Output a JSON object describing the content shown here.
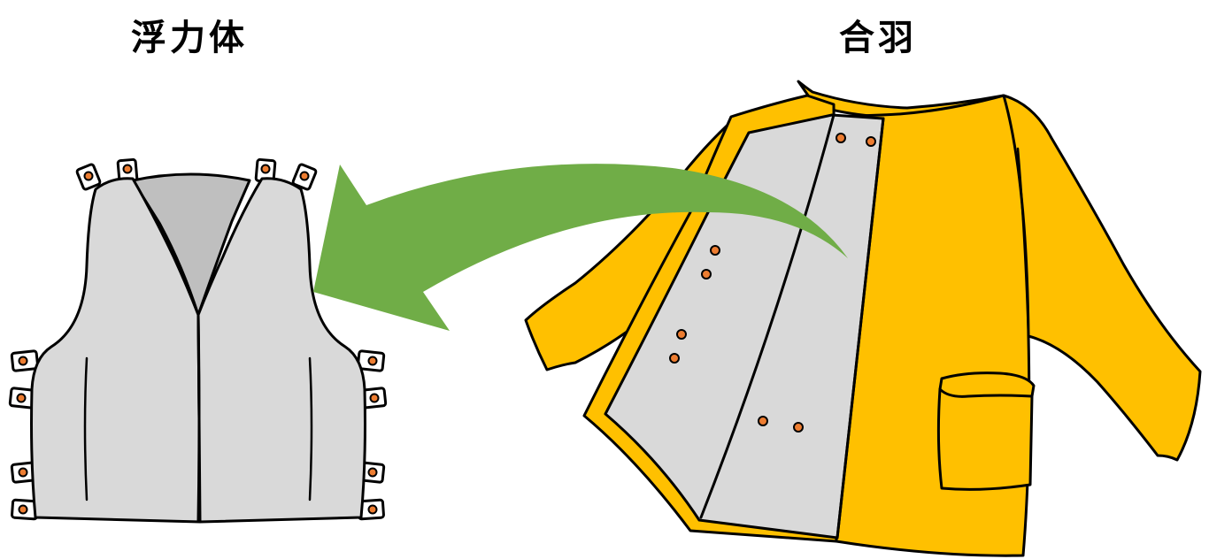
{
  "labels": {
    "flotation_body": "浮力体",
    "outer_coat": "合羽"
  },
  "colors": {
    "coat_yellow": "#FFC000",
    "vest_gray": "#D9D9D9",
    "collar_gray": "#BFBFBF",
    "lining_gray": "#D9D9D9",
    "arrow_green": "#70AD47",
    "snap_orange": "#ED7D31",
    "outline": "#000000"
  },
  "icons": {
    "arrow": "curved-arrow-left",
    "snap": "snap-button"
  }
}
